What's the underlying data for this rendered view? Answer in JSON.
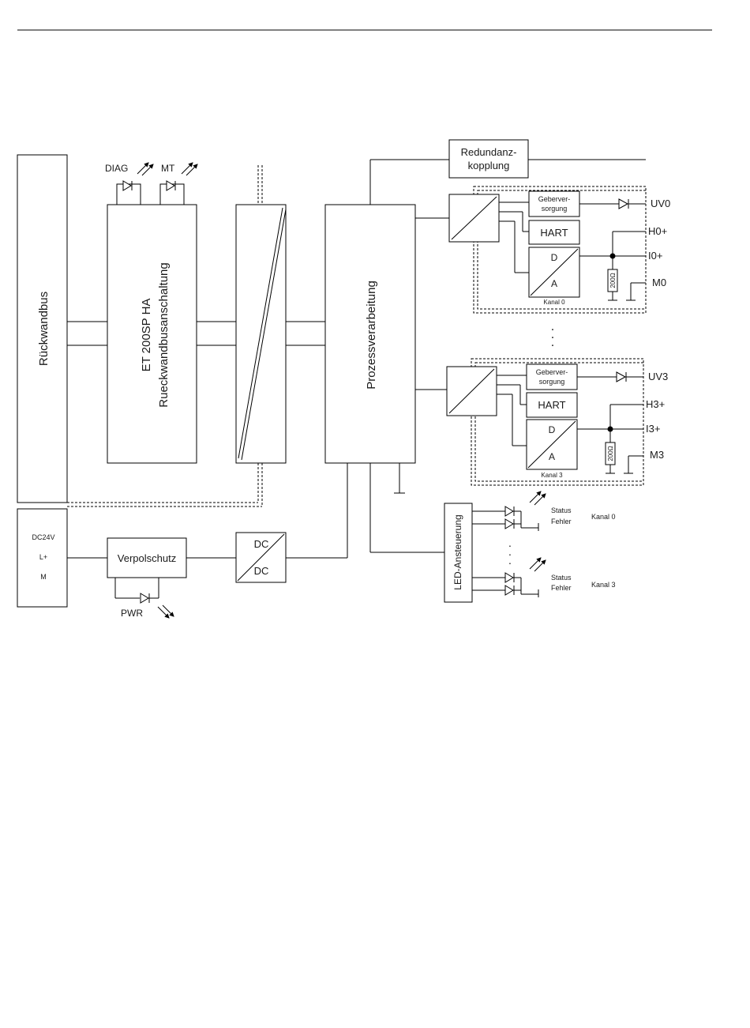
{
  "labels": {
    "rueckwandbus": "Rückwandbus",
    "et200sp": "ET 200SP HA",
    "rueckwandbusanschaltung": "Rueckwandbusanschaltung",
    "prozessverarbeitung": "Prozessverarbeitung",
    "redundanz_1": "Redundanz-",
    "redundanz_2": "kopplung",
    "diag": "DIAG",
    "mt": "MT",
    "pwr": "PWR",
    "dc24v": "DC24V",
    "lplus": "L+",
    "m": "M",
    "verpolschutz": "Verpolschutz",
    "dc_top": "DC",
    "dc_bottom": "DC",
    "led_ansteuerung": "LED-Ansteuerung",
    "status": "Status",
    "fehler": "Fehler",
    "geberver_1": "Geberver-",
    "geberver_2": "sorgung",
    "hart": "HART",
    "d": "D",
    "a": "A",
    "resistor": "200Ω",
    "dots": "."
  },
  "channels": [
    {
      "kanal": "Kanal 0",
      "uv": "UV0",
      "h": "H0+",
      "i": "I0+",
      "m": "M0"
    },
    {
      "kanal": "Kanal 3",
      "uv": "UV3",
      "h": "H3+",
      "i": "I3+",
      "m": "M3"
    }
  ],
  "led_groups": [
    {
      "kanal": "Kanal 0"
    },
    {
      "kanal": "Kanal 3"
    }
  ]
}
